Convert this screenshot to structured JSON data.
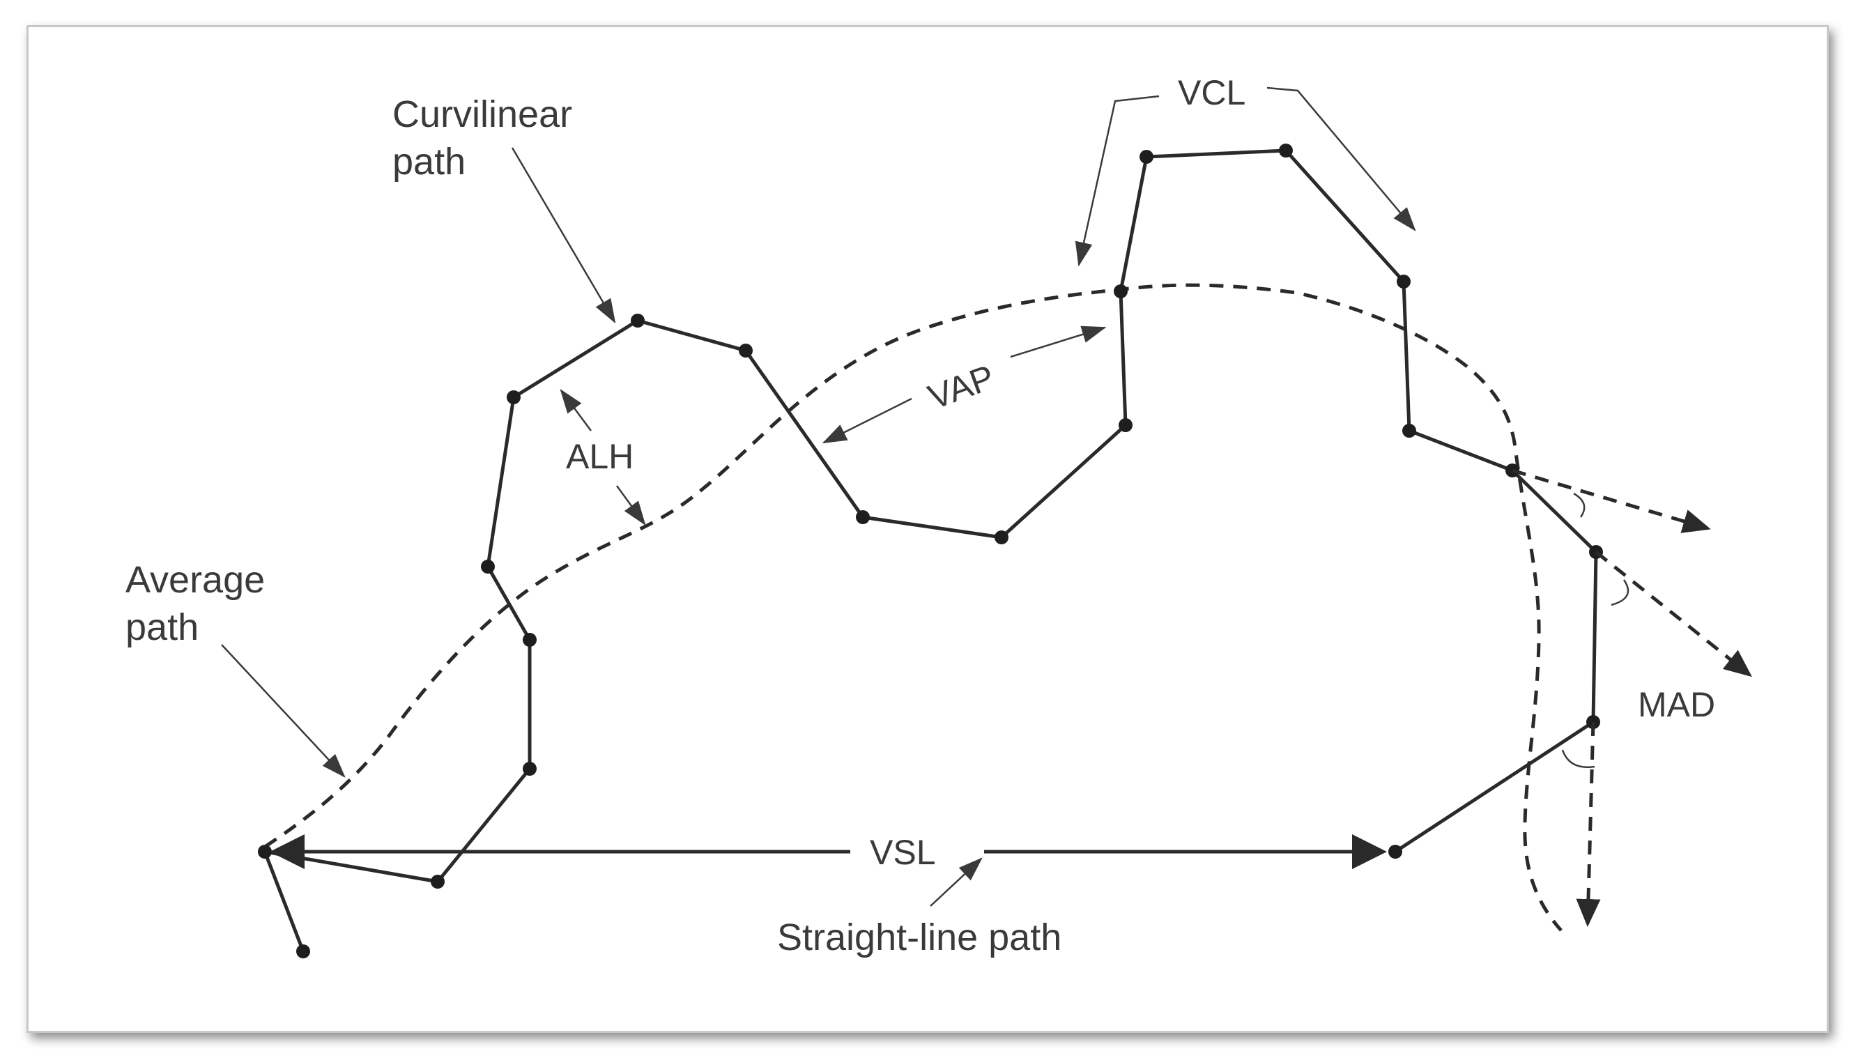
{
  "labels": {
    "curvilinear": [
      "Curvilinear",
      "path"
    ],
    "average": [
      "Average",
      "path"
    ],
    "vcl": "VCL",
    "vap": "VAP",
    "alh": "ALH",
    "vsl": "VSL",
    "mad": "MAD",
    "straight_line": "Straight-line path"
  },
  "colors": {
    "line": "#2a2a2a",
    "text": "#3a3a3a",
    "background": "#ffffff"
  }
}
